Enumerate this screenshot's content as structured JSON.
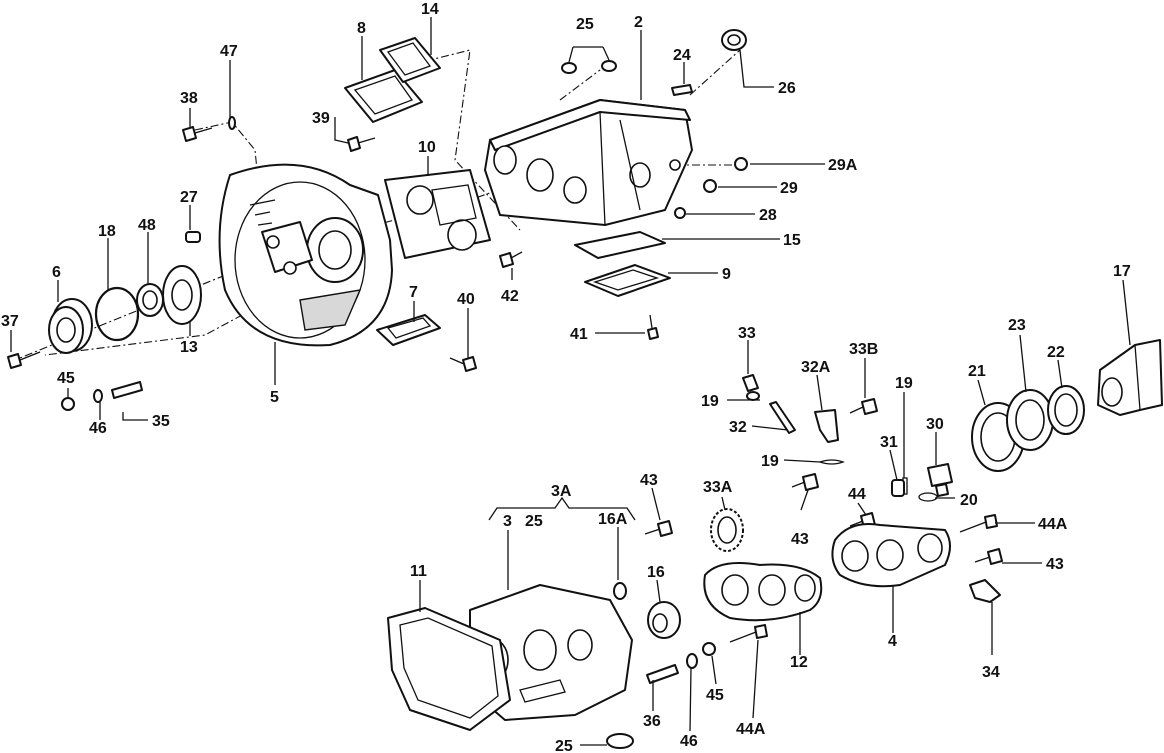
{
  "labels": {
    "p2": "2",
    "p3": "3",
    "p3A": "3A",
    "p4": "4",
    "p5": "5",
    "p6": "6",
    "p7": "7",
    "p8": "8",
    "p9": "9",
    "p10": "10",
    "p11": "11",
    "p12": "12",
    "p13": "13",
    "p14": "14",
    "p15": "15",
    "p16": "16",
    "p16A": "16A",
    "p17": "17",
    "p18": "18",
    "p19a": "19",
    "p19b": "19",
    "p19c": "19",
    "p20": "20",
    "p21": "21",
    "p22": "22",
    "p23": "23",
    "p24": "24",
    "p25a": "25",
    "p25b": "25",
    "p25c": "25",
    "p26": "26",
    "p27": "27",
    "p28": "28",
    "p29": "29",
    "p29A": "29A",
    "p30": "30",
    "p31": "31",
    "p32": "32",
    "p32A": "32A",
    "p33": "33",
    "p33A": "33A",
    "p33B": "33B",
    "p34": "34",
    "p35": "35",
    "p36": "36",
    "p37": "37",
    "p38": "38",
    "p39": "39",
    "p40": "40",
    "p41": "41",
    "p42": "42",
    "p43a": "43",
    "p43b": "43",
    "p43c": "43",
    "p44": "44",
    "p44Aa": "44A",
    "p44Ab": "44A",
    "p45a": "45",
    "p45b": "45",
    "p46a": "46",
    "p46b": "46",
    "p47": "47",
    "p48": "48"
  }
}
